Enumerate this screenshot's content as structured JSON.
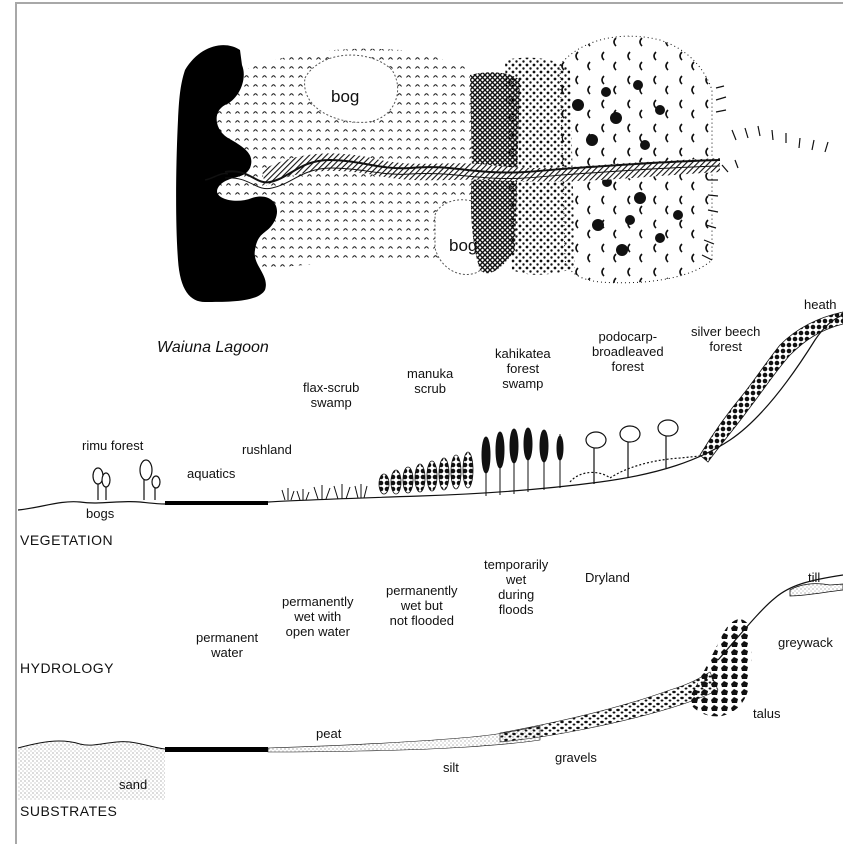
{
  "map": {
    "bog_labels": [
      "bog",
      "bog"
    ]
  },
  "vegetation": {
    "section_title": "VEGETATION",
    "lagoon_label": "Waiuna Lagoon",
    "zones": {
      "rimu_forest": "rimu forest",
      "aquatics": "aquatics",
      "rushland": "rushland",
      "bogs": "bogs",
      "flax_scrub": "flax-scrub\nswamp",
      "manuka": "manuka\nscrub",
      "kahikatea": "kahikatea\nforest\nswamp",
      "podocarp": "podocarp-\nbroadleaved\nforest",
      "silver_beech": "silver beech\nforest",
      "heath": "heath"
    }
  },
  "hydrology": {
    "section_title": "HYDROLOGY",
    "zones": {
      "permanent_water": "permanent\nwater",
      "wet_open_water": "permanently\nwet with\nopen water",
      "wet_not_flooded": "permanently\nwet but\nnot flooded",
      "temporarily_wet": "temporarily\nwet\nduring\nfloods",
      "dryland": "Dryland"
    }
  },
  "substrates": {
    "section_title": "SUBSTRATES",
    "labels": {
      "till": "till",
      "greywacke": "greywack",
      "talus": "talus",
      "peat": "peat",
      "gravels": "gravels",
      "silt": "silt",
      "sand": "sand"
    }
  }
}
